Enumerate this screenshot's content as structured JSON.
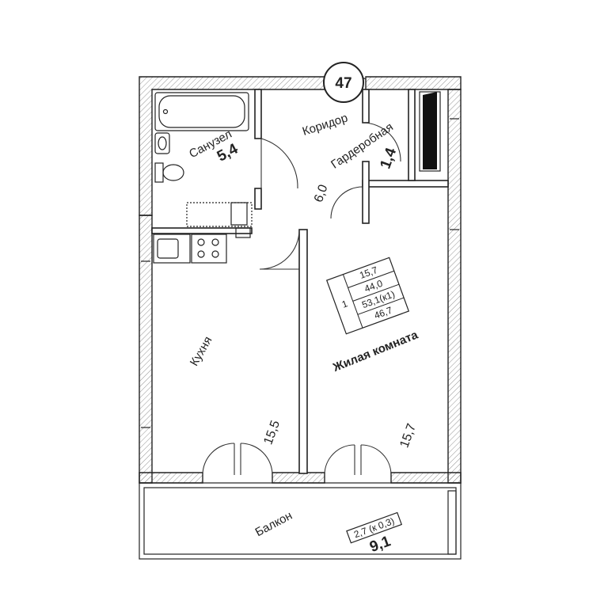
{
  "apartment_number": "47",
  "rooms": {
    "bathroom": {
      "name": "Санузел",
      "area": "5,4"
    },
    "corridor": {
      "name": "Коридор",
      "area": "6,0"
    },
    "wardrobe": {
      "name": "Гардеробная",
      "area": "1,4"
    },
    "kitchen": {
      "name": "Кухня",
      "area": "15,5"
    },
    "living": {
      "name": "Жилая комната",
      "area": "15,7"
    },
    "balcony": {
      "name": "Балкон",
      "area": "9,1",
      "coef": "2,7 (к 0,3)"
    }
  },
  "summary": {
    "rooms_count": "1",
    "living_area": "15,7",
    "total_area": "44,0",
    "total_with_balcony": "53,1(к1)",
    "total_reduced": "46,7"
  }
}
